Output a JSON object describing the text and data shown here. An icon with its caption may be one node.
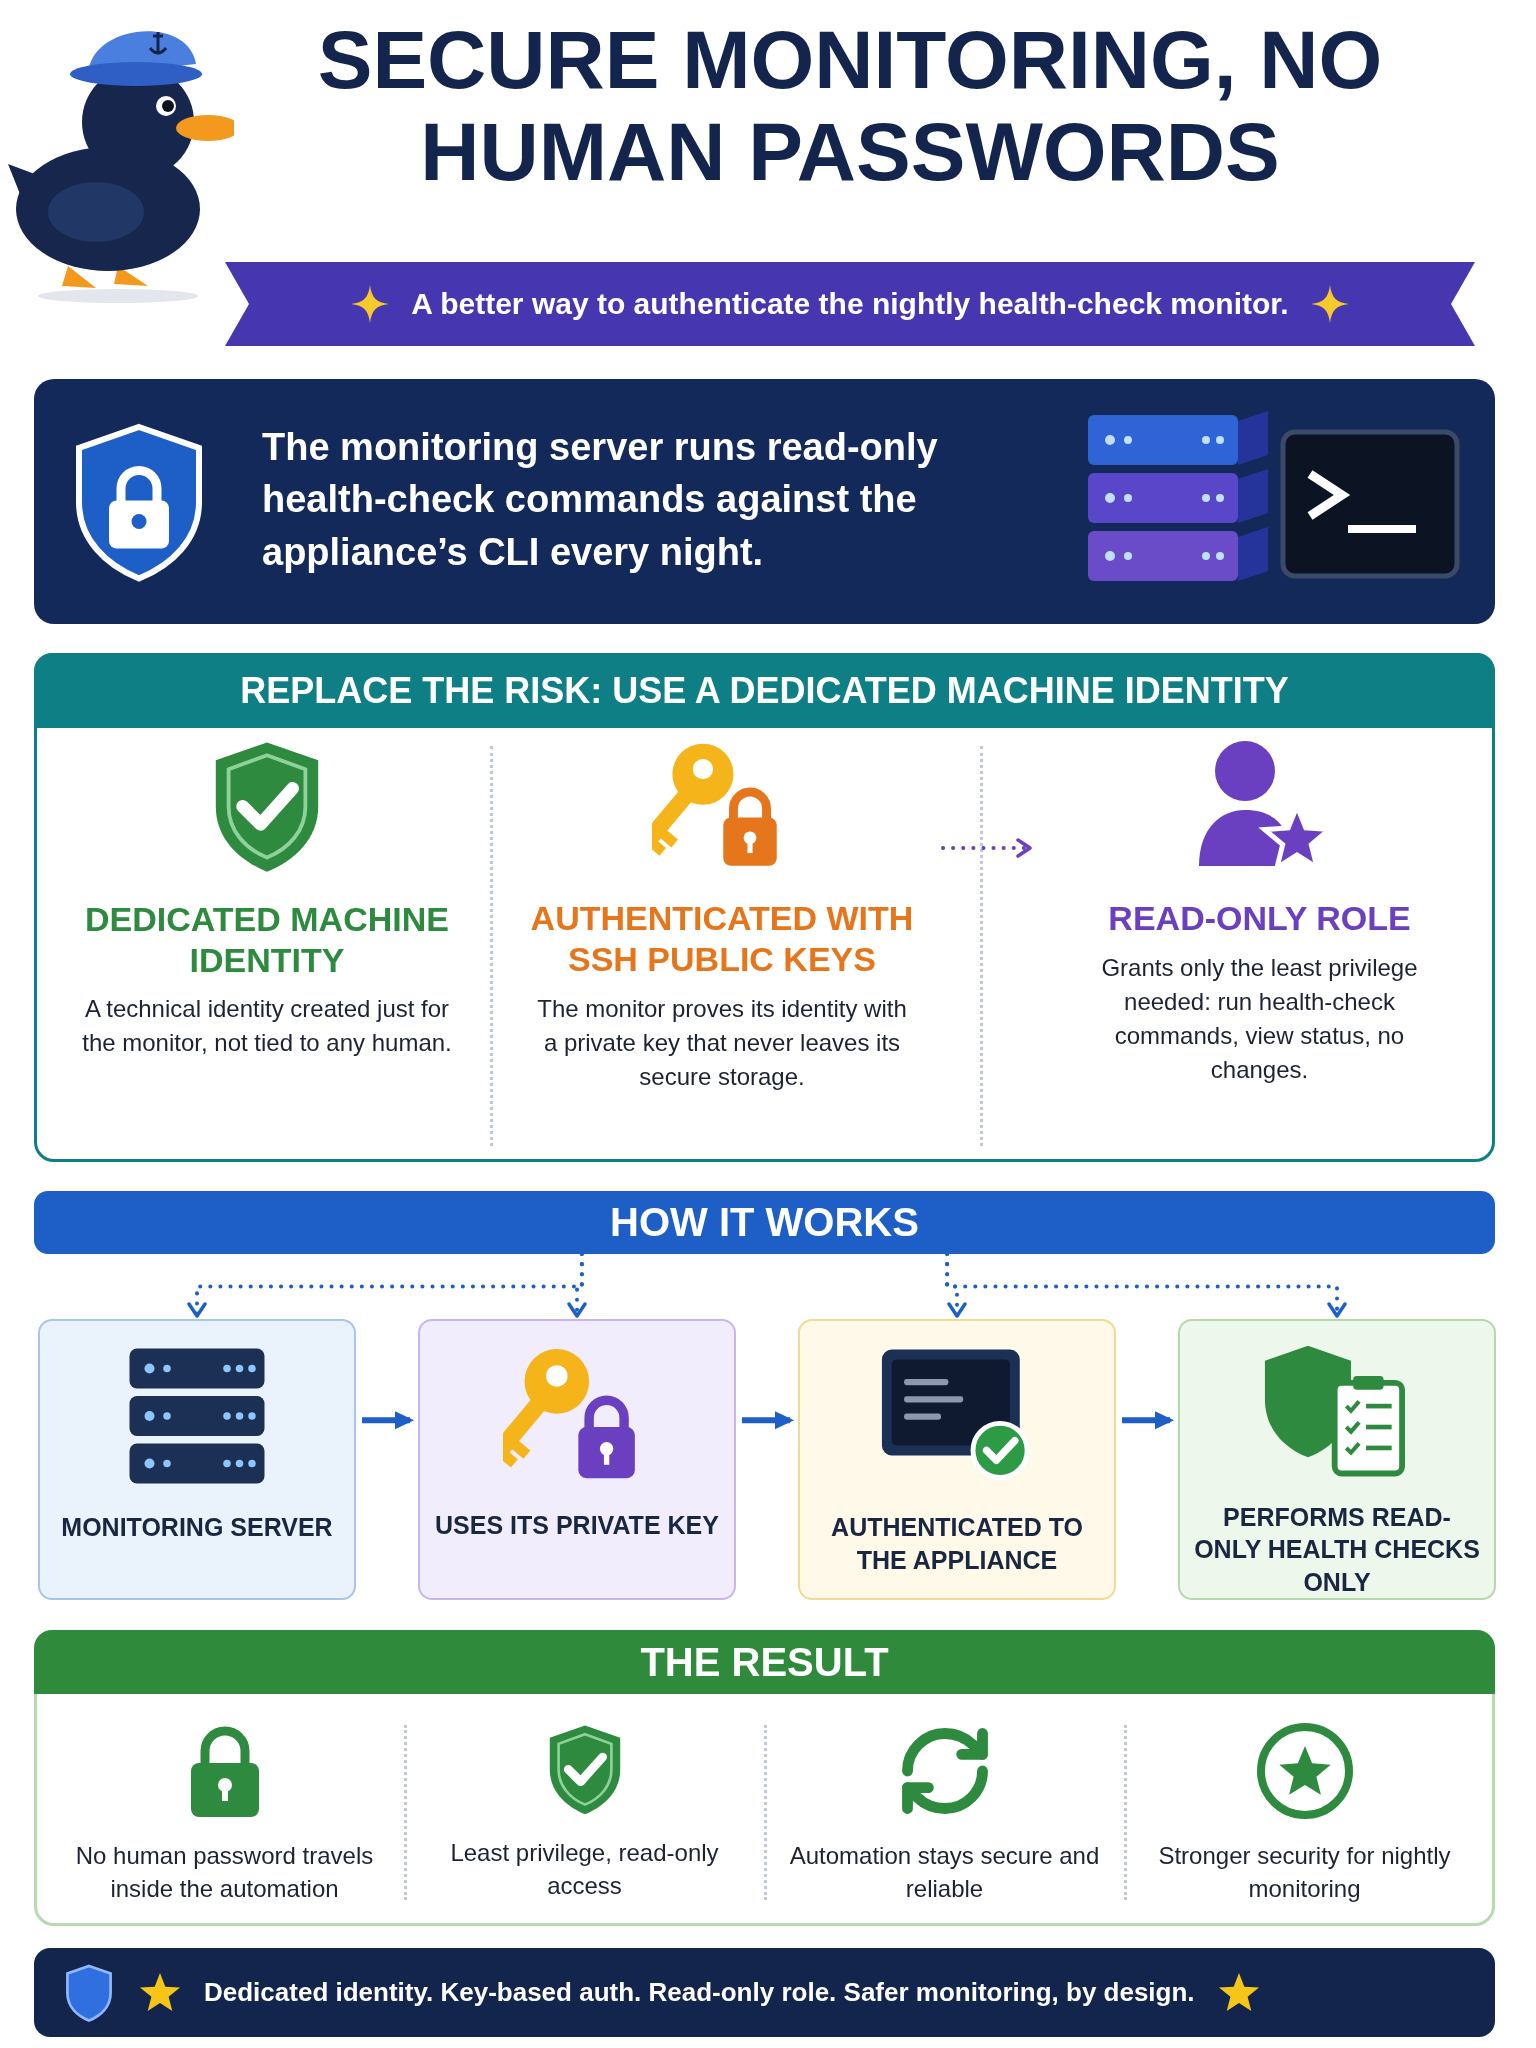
{
  "diagram": {
    "title": "SECURE MONITORING, NO HUMAN PASSWORDS",
    "nodes": [
      {
        "text": [
          "A better way to authenticate the nightly health-check monitor."
        ]
      },
      {
        "text": [
          "The monitoring server runs **read-only** health-check commands against the appliance’s CLI every night."
        ]
      },
      {
        "text": [
          "REPLACE THE RISK: USE A DEDICATED MACHINE IDENTITY"
        ]
      },
      {
        "text": [
          "DEDICATED MACHINE IDENTITY",
          "A technical identity created just for the monitor, not tied to any human."
        ],
        "in": 2
      },
      {
        "text": [
          "AUTHENTICATED WITH SSH PUBLIC KEYS",
          "The monitor proves its identity with a private key that never leaves its secure storage."
        ],
        "in": 2
      },
      {
        "text": [
          "READ-ONLY ROLE",
          "Grants only the least privilege needed: run health-check commands, view status, no changes."
        ],
        "in": 2
      },
      {
        "text": [
          "HOW IT WORKS"
        ]
      },
      {
        "text": [
          "MONITORING SERVER"
        ]
      },
      {
        "text": [
          "USES ITS PRIVATE KEY"
        ]
      },
      {
        "text": [
          "AUTHENTICATED TO THE APPLIANCE"
        ]
      },
      {
        "text": [
          "PERFORMS READ-ONLY HEALTH CHECKS ONLY"
        ]
      },
      {
        "text": [
          "THE RESULT"
        ]
      },
      {
        "text": [
          "No human password travels inside the automation"
        ],
        "in": 11
      },
      {
        "text": [
          "Least privilege, read-only access"
        ],
        "in": 11
      },
      {
        "text": [
          "Automation stays secure and reliable"
        ],
        "in": 11
      },
      {
        "text": [
          "Stronger security for nightly monitoring"
        ],
        "in": 11
      },
      {
        "text": [
          "Dedicated identity. Key-based auth. Read-only role. Safer monitoring, by design."
        ]
      }
    ],
    "edges": [
      {
        "from": 4,
        "to": 5,
        "arrow": "to",
        "style": "dashed",
        "color": "#6a3fc0"
      },
      {
        "from": 6,
        "to": 7,
        "arrow": "to",
        "style": "dashed"
      },
      {
        "from": 6,
        "to": 8,
        "arrow": "to",
        "style": "dashed"
      },
      {
        "from": 6,
        "to": 9,
        "arrow": "to",
        "style": "dashed"
      },
      {
        "from": 6,
        "to": 10,
        "arrow": "to",
        "style": "dashed"
      },
      {
        "from": 7,
        "to": 8,
        "arrow": "to"
      },
      {
        "from": 8,
        "to": 9,
        "arrow": "to"
      },
      {
        "from": 9,
        "to": 10,
        "arrow": "to"
      }
    ]
  }
}
